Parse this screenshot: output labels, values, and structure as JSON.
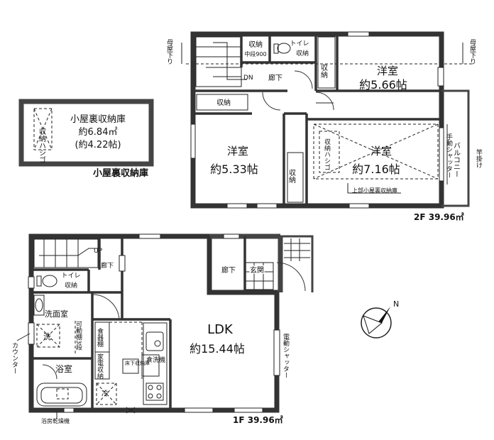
{
  "attic": {
    "box_title": "小屋裏収納庫",
    "area_m2": "約6.84㎡",
    "area_tatami": "(約4.22帖)",
    "hatch": "収納ハシゴ",
    "caption": "小屋裏収納庫"
  },
  "floor2": {
    "label": "2F 39.96㎡",
    "roof_left": "母屋下り",
    "roof_right": "母屋下り",
    "closet_top": "収納",
    "closet_top_sub": "中段900",
    "toilet": "トイレ",
    "toilet_storage": "収納",
    "stair_dn": "DN",
    "hall": "廊下",
    "closet_a": "収納",
    "closet_b": "収納",
    "closet_c": "収納",
    "room1": {
      "name": "洋室",
      "size": "約5.66帖"
    },
    "room2": {
      "name": "洋室",
      "size": "約5.33帖"
    },
    "room3": {
      "name": "洋室",
      "size": "約7.16帖"
    },
    "attic_hatch": "収納ハシゴ",
    "attic_under": "上部小屋裏収納庫",
    "shutter": "手動シャッター",
    "balcony": "バルコニー",
    "hanger": "竿掛け"
  },
  "floor1": {
    "label": "1F 39.96㎡",
    "stair_up": "UP",
    "hall1": "廊下",
    "toilet": "トイレ",
    "toilet_storage": "収納",
    "hall2": "廊下",
    "entrance": "玄関",
    "washroom": "洗面室",
    "wash": "洗",
    "shelf": "可動棚3段",
    "pantry": "食器棚",
    "appliance": "家電収納",
    "underfloor": "床下収納庫",
    "dishwasher": "食洗機",
    "bath": "浴室",
    "fridge": "冷",
    "ldk": {
      "name": "LDK",
      "size": "約15.44帖"
    },
    "shutter": "電動シャッター",
    "counter": "カウンター",
    "dryer": "浴房乾燥機"
  },
  "compass": {
    "north": "N"
  }
}
